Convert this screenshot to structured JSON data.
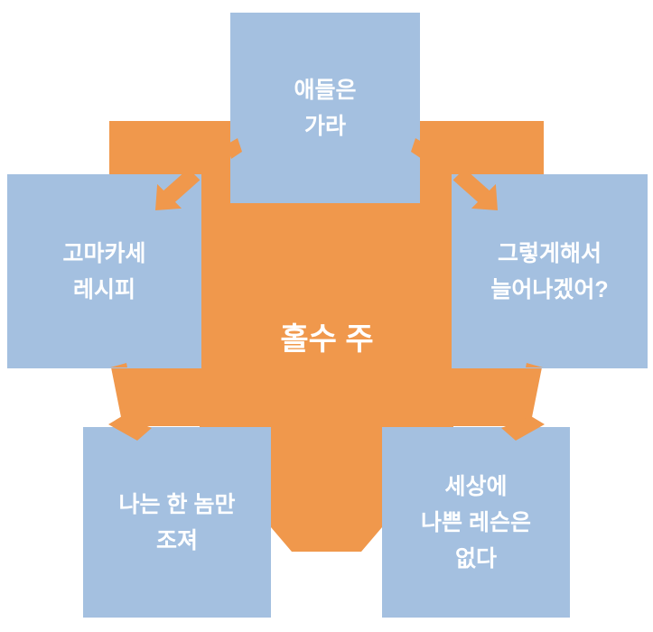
{
  "diagram": {
    "type": "radial-arrows",
    "center": {
      "label": "홀수 주"
    },
    "nodes": [
      {
        "id": "top",
        "label": "애들은\n가라"
      },
      {
        "id": "left",
        "label": "고마카세\n레시피"
      },
      {
        "id": "right",
        "label": "그렇게해서\n늘어나겠어?"
      },
      {
        "id": "bottom-left",
        "label": "나는 한 놈만\n조져"
      },
      {
        "id": "bottom-right",
        "label": "세상에\n나쁜 레슨은\n없다"
      }
    ],
    "colors": {
      "center_shape": "#F0984C",
      "node_fill": "#A4C0E0",
      "text": "#FFFFFF",
      "background": "#FFFFFF"
    }
  }
}
